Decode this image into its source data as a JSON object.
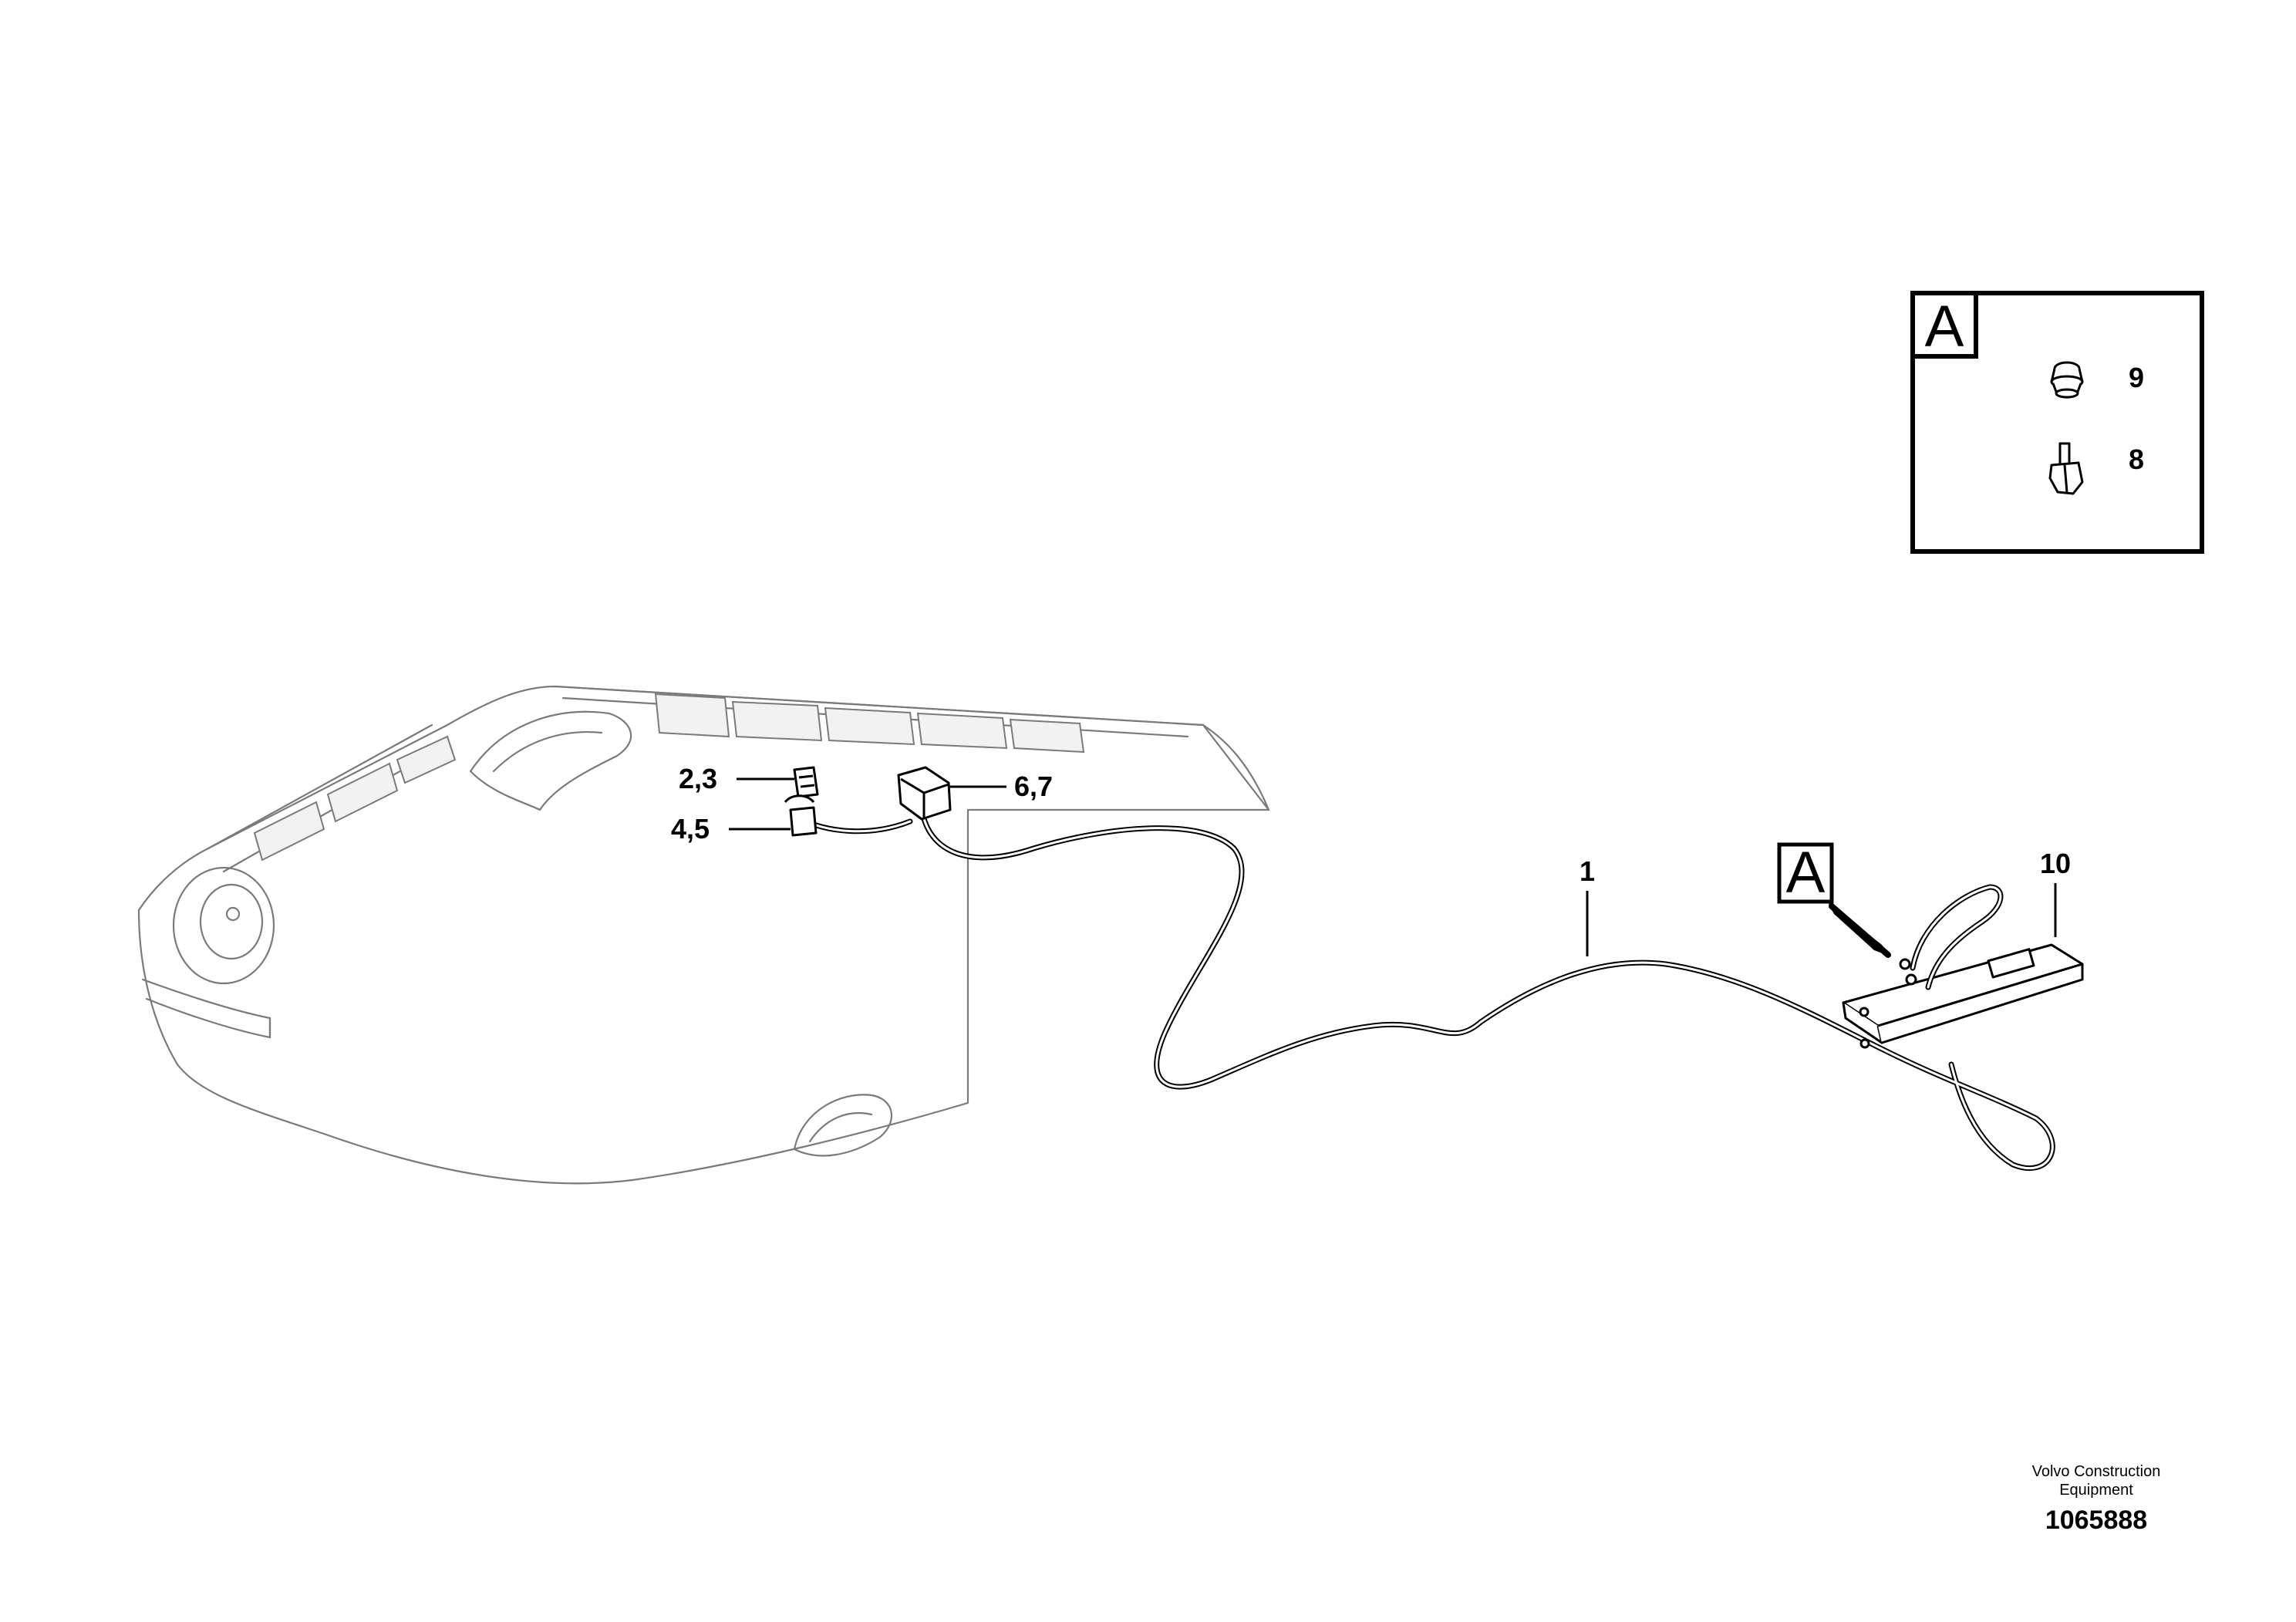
{
  "callouts": {
    "c1": "1",
    "c23": "2,3",
    "c45": "4,5",
    "c67": "6,7",
    "c10": "10",
    "c9": "9",
    "c8": "8"
  },
  "detail_marker": "A",
  "detail_box_letter": "A",
  "credit_line1": "Volvo Construction",
  "credit_line2": "Equipment",
  "drawing_number": "1065888"
}
